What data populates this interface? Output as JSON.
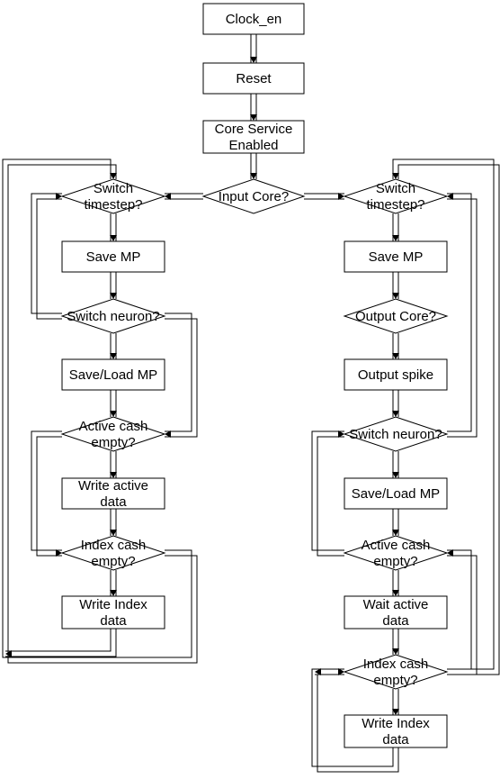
{
  "nodes": {
    "clock_en": {
      "lines": [
        "Clock_en"
      ]
    },
    "reset": {
      "lines": [
        "Reset"
      ]
    },
    "core_service": {
      "lines": [
        "Core Service",
        "Enabled"
      ]
    },
    "input_core": {
      "lines": [
        "Input Core?"
      ]
    },
    "l_switch_timestep": {
      "lines": [
        "Switch",
        "timestep?"
      ]
    },
    "l_save_mp": {
      "lines": [
        "Save MP"
      ]
    },
    "l_switch_neuron": {
      "lines": [
        "Switch neuron?"
      ]
    },
    "l_save_load_mp": {
      "lines": [
        "Save/Load MP"
      ]
    },
    "l_active_cash": {
      "lines": [
        "Active cash",
        "empty?"
      ]
    },
    "l_write_active": {
      "lines": [
        "Write active",
        "data"
      ]
    },
    "l_index_cash": {
      "lines": [
        "Index cash",
        "empty?"
      ]
    },
    "l_write_index": {
      "lines": [
        "Write Index",
        "data"
      ]
    },
    "r_switch_timestep": {
      "lines": [
        "Switch",
        "timestep?"
      ]
    },
    "r_save_mp": {
      "lines": [
        "Save MP"
      ]
    },
    "r_output_core": {
      "lines": [
        "Output Core?"
      ]
    },
    "r_output_spike": {
      "lines": [
        "Output spike"
      ]
    },
    "r_switch_neuron": {
      "lines": [
        "Switch neuron?"
      ]
    },
    "r_save_load_mp": {
      "lines": [
        "Save/Load MP"
      ]
    },
    "r_active_cash": {
      "lines": [
        "Active cash",
        "empty?"
      ]
    },
    "r_wait_active": {
      "lines": [
        "Wait active",
        "data"
      ]
    },
    "r_index_cash": {
      "lines": [
        "Index cash",
        "empty?"
      ]
    },
    "r_write_index": {
      "lines": [
        "Write Index",
        "data"
      ]
    }
  }
}
